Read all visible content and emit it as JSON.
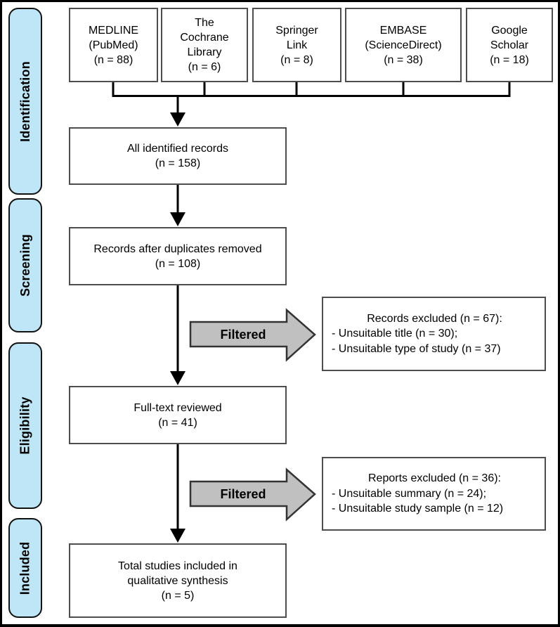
{
  "stages": [
    {
      "label": "Identification"
    },
    {
      "label": "Screening"
    },
    {
      "label": "Eligibility"
    },
    {
      "label": "Included"
    }
  ],
  "sources": [
    {
      "lines": [
        "MEDLINE",
        "(PubMed)",
        "(n = 88)"
      ]
    },
    {
      "lines": [
        "The",
        "Cochrane",
        "Library",
        "(n = 6)"
      ]
    },
    {
      "lines": [
        "Springer",
        "Link",
        "(n = 8)"
      ]
    },
    {
      "lines": [
        "EMBASE",
        "(ScienceDirect)",
        "(n = 38)"
      ]
    },
    {
      "lines": [
        "Google",
        "Scholar",
        "(n = 18)"
      ]
    }
  ],
  "flow": {
    "identified": {
      "lines": [
        "All identified records",
        "(n = 158)"
      ]
    },
    "deduplicated": {
      "lines": [
        "Records after duplicates removed",
        "(n = 108)"
      ]
    },
    "fulltext": {
      "lines": [
        "Full-text reviewed",
        "(n = 41)"
      ]
    },
    "included": {
      "lines": [
        "Total studies included in",
        "qualitative synthesis",
        "(n = 5)"
      ]
    }
  },
  "exclusions": [
    {
      "title": "Records excluded (n = 67):",
      "items": [
        "- Unsuitable title (n = 30);",
        "- Unsuitable type of study (n = 37)"
      ]
    },
    {
      "title": "Reports excluded (n = 36):",
      "items": [
        "- Unsuitable summary (n = 24);",
        "- Unsuitable study sample (n = 12)"
      ]
    }
  ],
  "filter_arrows": [
    {
      "label": "Filtered"
    },
    {
      "label": "Filtered"
    }
  ],
  "colors": {
    "stage_fill": "#BEE6F7",
    "stage_border": "#111111",
    "box_border": "#4d4d4d",
    "connector": "#000000",
    "filter_arrow_fill": "#C0C0C0",
    "filter_arrow_border": "#333333"
  }
}
